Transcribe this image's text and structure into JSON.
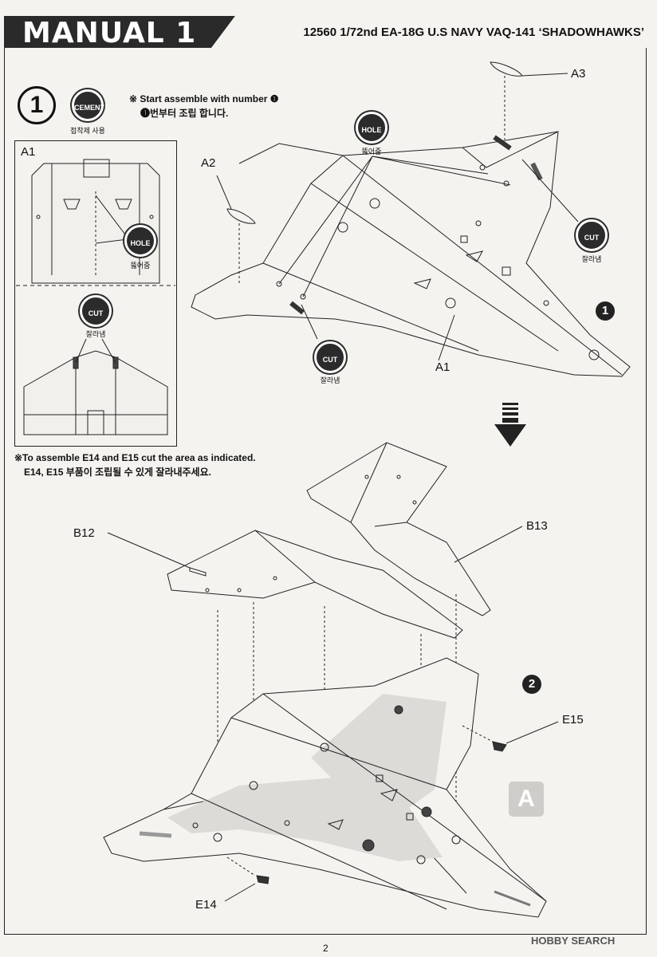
{
  "header": {
    "title": "MANUAL 1",
    "subtitle": "12560 1/72nd EA-18G U.S NAVY VAQ-141 ‘SHADOWHAWKS’"
  },
  "step": {
    "number": "1"
  },
  "cement": {
    "label": "CEMENT",
    "caption": "접착제 사용"
  },
  "start_note": {
    "en": "※ Start assemble with number ❶",
    "ko": "❶번부터 조립 합니다."
  },
  "hole": {
    "label": "HOLE",
    "caption": "뚫어줌"
  },
  "cut": {
    "label": "CUT",
    "caption": "잘라냄"
  },
  "inset": {
    "label": "A1"
  },
  "cut_note": {
    "en": "※To assemble E14 and E15 cut the area as indicated.",
    "ko": "E14, E15 부품이 조립될 수 있게 잘라내주세요."
  },
  "part_labels": {
    "a1": "A1",
    "a2": "A2",
    "a3": "A3",
    "b12": "B12",
    "b13": "B13",
    "e14": "E14",
    "e15": "E15"
  },
  "sequence": {
    "one": "1",
    "two": "2"
  },
  "marker": {
    "label": "A"
  },
  "footer": {
    "page": "2",
    "watermark": "HOBBY SEARCH"
  }
}
